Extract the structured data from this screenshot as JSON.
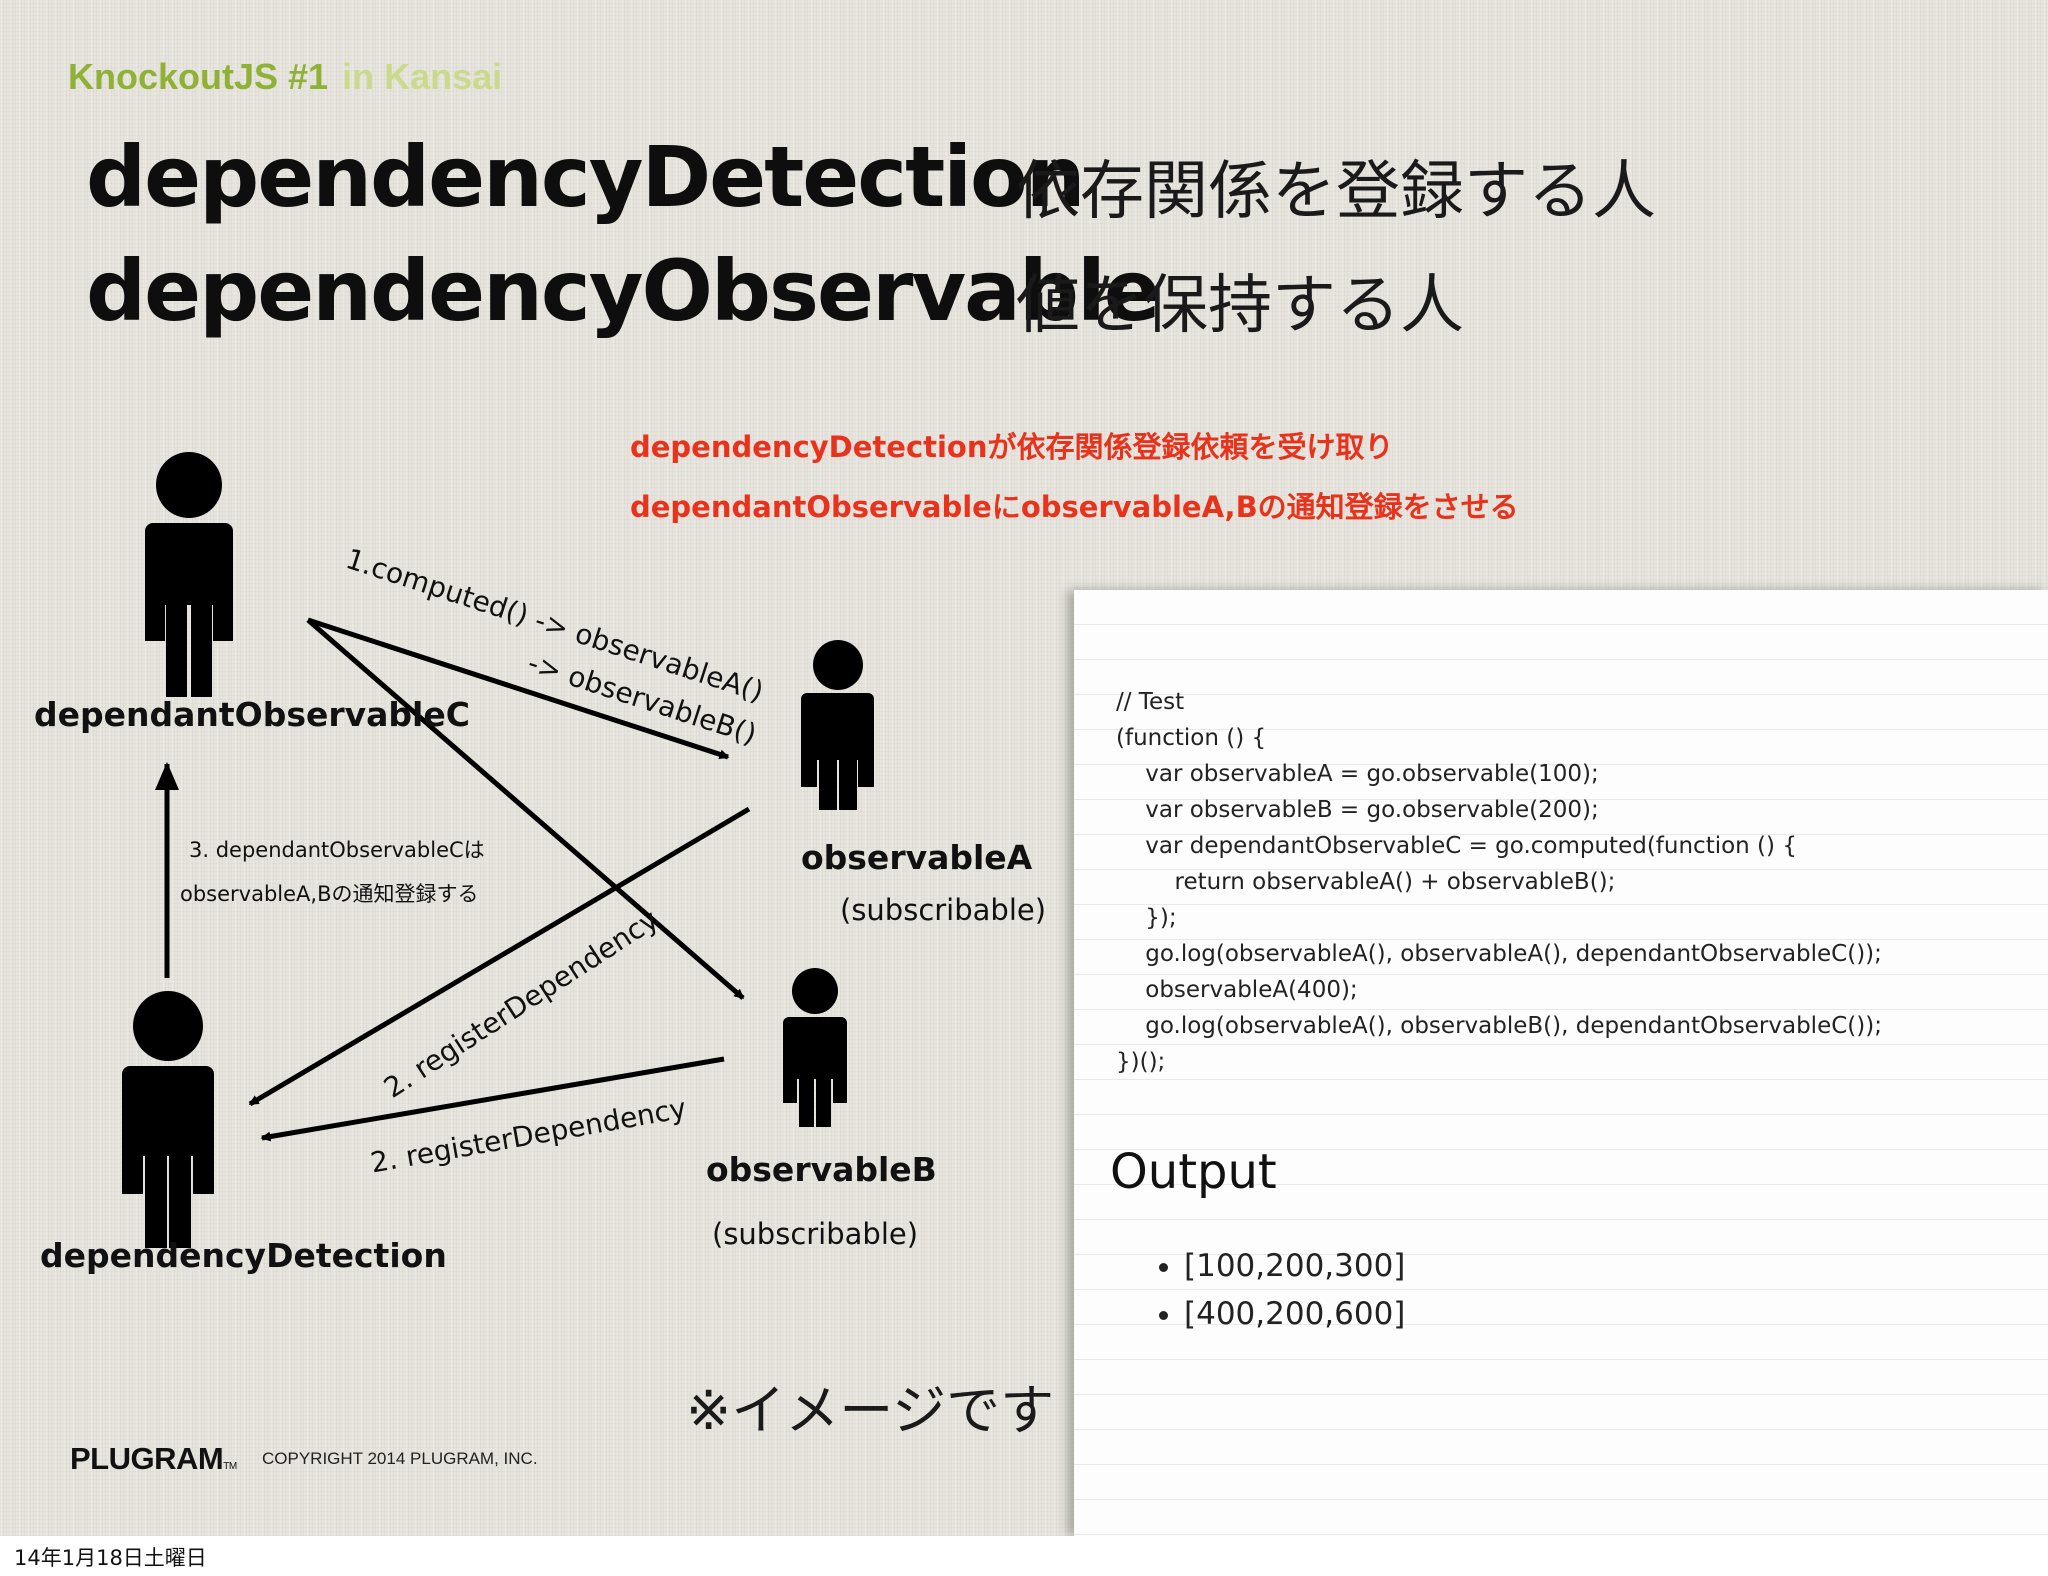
{
  "event": {
    "title": "KnockoutJS #1",
    "subtitle": "in Kansai"
  },
  "titles": {
    "detection_en": "dependencyDetection",
    "detection_ja": "依存関係を登録する人",
    "observable_en": "dependencyObservable",
    "observable_ja": "値を保持する人"
  },
  "notes": {
    "line1": "dependencyDetectionが依存関係登録依頼を受け取り",
    "line2": "dependantObservableにobservableA,Bの通知登録をさせる",
    "image_note": "※イメージです"
  },
  "diagram": {
    "actors": {
      "c": "dependantObservableC",
      "a": "observableA",
      "a_sub": "(subscribable)",
      "b": "observableB",
      "b_sub": "(subscribable)",
      "d": "dependencyDetection"
    },
    "arrows": {
      "computed_line1": "1.computed() -> observableA()",
      "computed_line2": "-> observableB()",
      "register_a": "2. registerDependency",
      "register_b": "2. registerDependency",
      "step3_line1": "3. dependantObservableCは",
      "step3_line2": "observableA,Bの通知登録する"
    }
  },
  "code_panel": {
    "lines": [
      "// Test",
      "(function () {",
      "    var observableA = go.observable(100);",
      "    var observableB = go.observable(200);",
      "    var dependantObservableC = go.computed(function () {",
      "        return observableA() + observableB();",
      "    });",
      "    go.log(observableA(), observableA(), dependantObservableC());",
      "    observableA(400);",
      "    go.log(observableA(), observableB(), dependantObservableC());",
      "})();"
    ],
    "output_heading": "Output",
    "output_items": [
      "[100,200,300]",
      "[400,200,600]"
    ]
  },
  "footer": {
    "logo": "PLUGRAM",
    "logo_tm": "TM",
    "copyright": "COPYRIGHT 2014 PLUGRAM, INC.",
    "date": "14年1月18日土曜日"
  }
}
